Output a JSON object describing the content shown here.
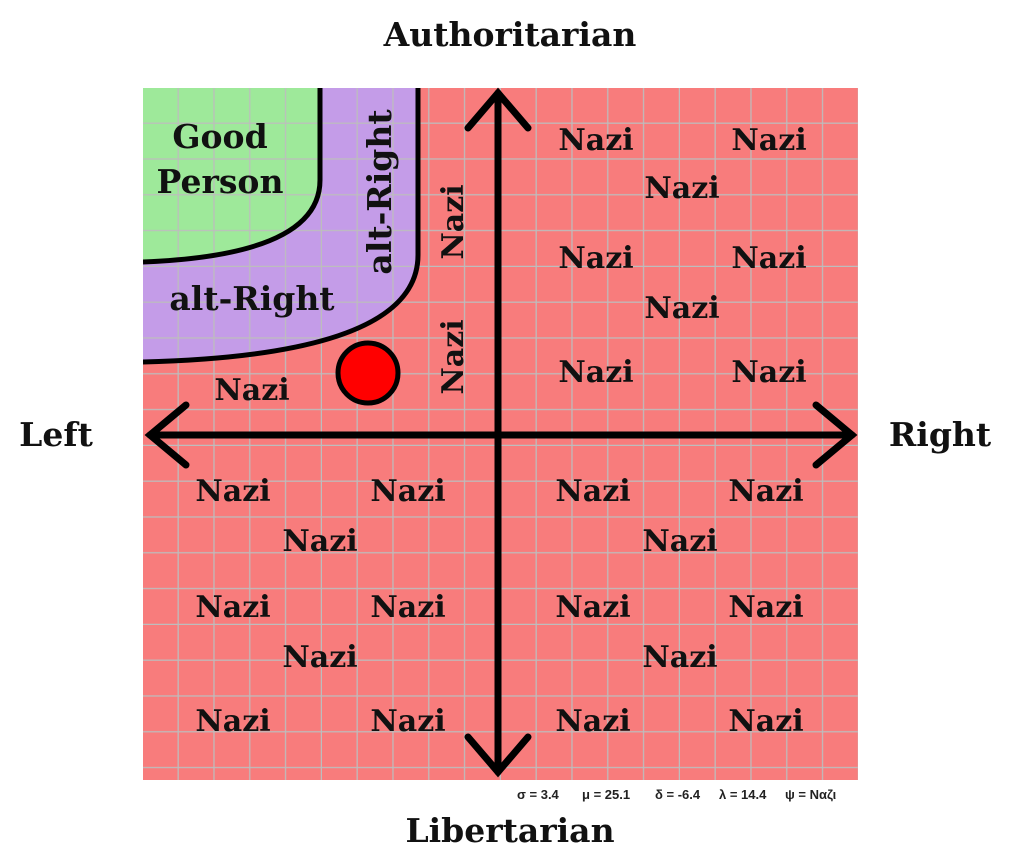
{
  "axes": {
    "top": "Authoritarian",
    "bottom": "Libertarian",
    "left": "Left",
    "right": "Right"
  },
  "regions": {
    "good": [
      "Good",
      "Person"
    ],
    "alt_right_h": "alt-Right",
    "alt_right_v": "alt-Right"
  },
  "nazi_labels": [
    "Nazi",
    "Nazi",
    "Nazi",
    "Nazi",
    "Nazi",
    "Nazi",
    "Nazi",
    "Nazi",
    "Nazi",
    "Nazi",
    "Nazi",
    "Nazi",
    "Nazi",
    "Nazi",
    "Nazi",
    "Nazi",
    "Nazi",
    "Nazi",
    "Nazi",
    "Nazi",
    "Nazi",
    "Nazi",
    "Nazi",
    "Nazi",
    "Nazi",
    "Nazi",
    "Nazi"
  ],
  "stats": [
    "σ = 3.4",
    "μ = 25.1",
    "δ = -6.4",
    "λ = 14.4",
    "ψ = Ναζι"
  ],
  "colors": {
    "nazi_region": "#f87c7c",
    "alt_right_region": "#c49ce8",
    "good_region": "#9ee99a",
    "grid": "#bdbdbd",
    "marker": "#ff0000"
  }
}
